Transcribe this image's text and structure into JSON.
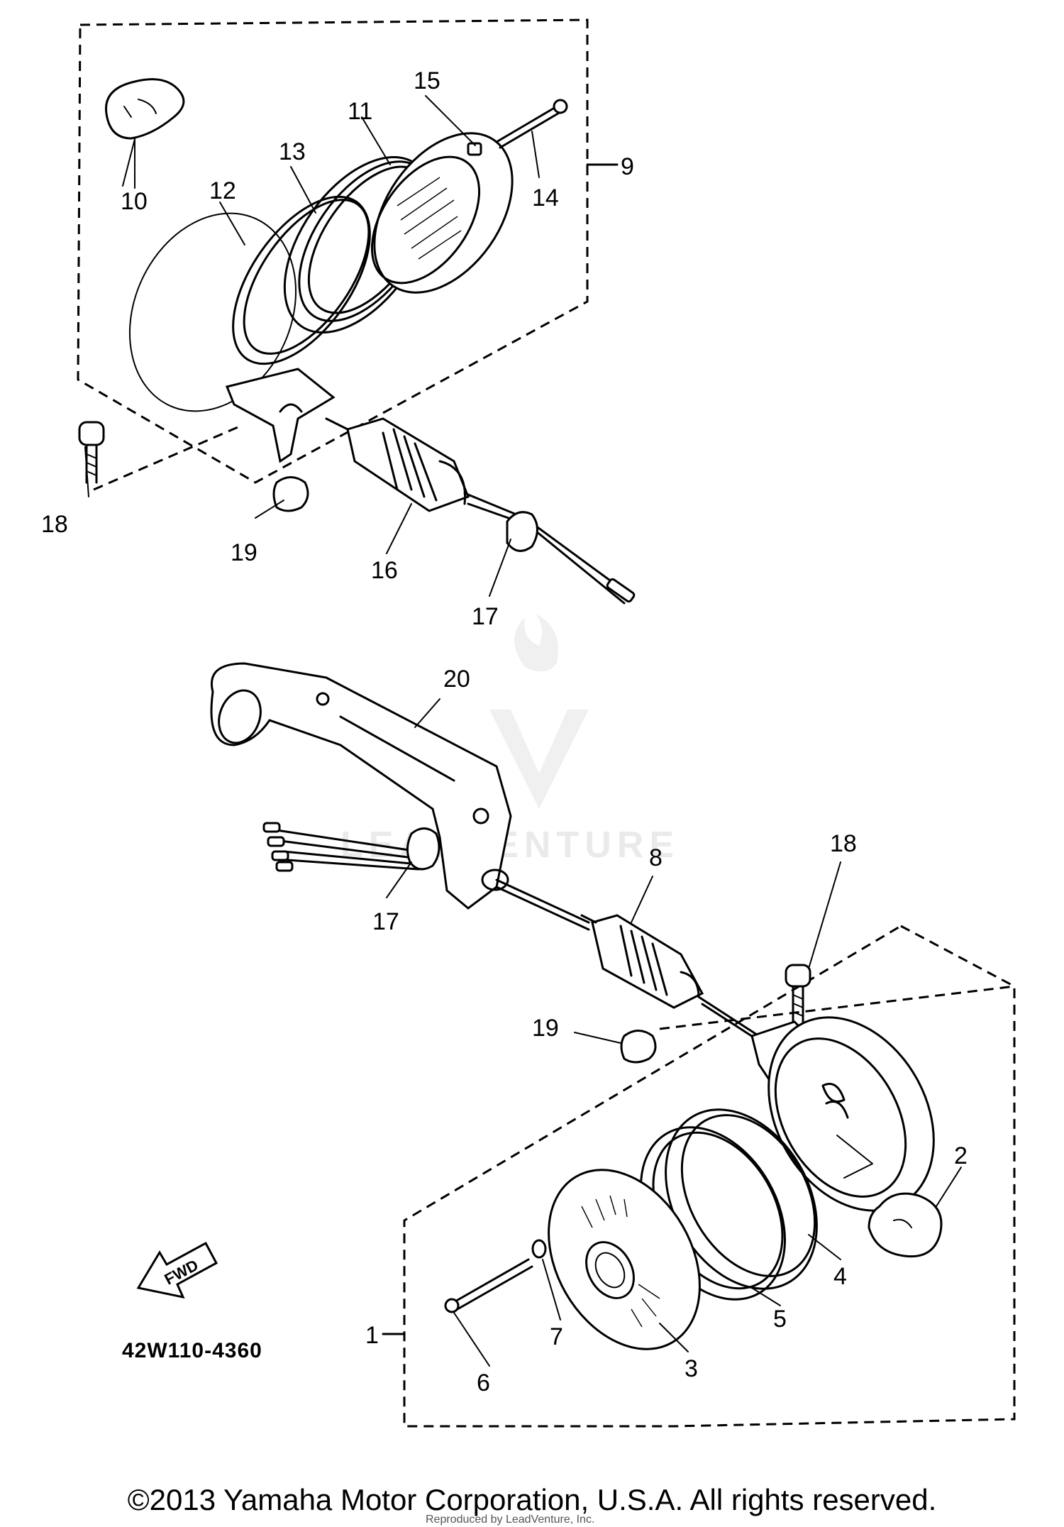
{
  "callouts": {
    "c1": "1",
    "c2": "2",
    "c3": "3",
    "c4": "4",
    "c5": "5",
    "c6": "6",
    "c7": "7",
    "c8": "8",
    "c9": "9",
    "c10": "10",
    "c11": "11",
    "c12": "12",
    "c13": "13",
    "c14": "14",
    "c15": "15",
    "c16": "16",
    "c17a": "17",
    "c17b": "17",
    "c18a": "18",
    "c18b": "18",
    "c19a": "19",
    "c19b": "19",
    "c20": "20"
  },
  "direction_arrow": "FWD",
  "diagram_code": "42W110-4360",
  "watermark": "LEADVENTURE",
  "footer": {
    "copyright": "©2013 Yamaha Motor Corporation, U.S.A. All rights reserved.",
    "overlay": "Reproduced by LeadVenture, Inc."
  }
}
